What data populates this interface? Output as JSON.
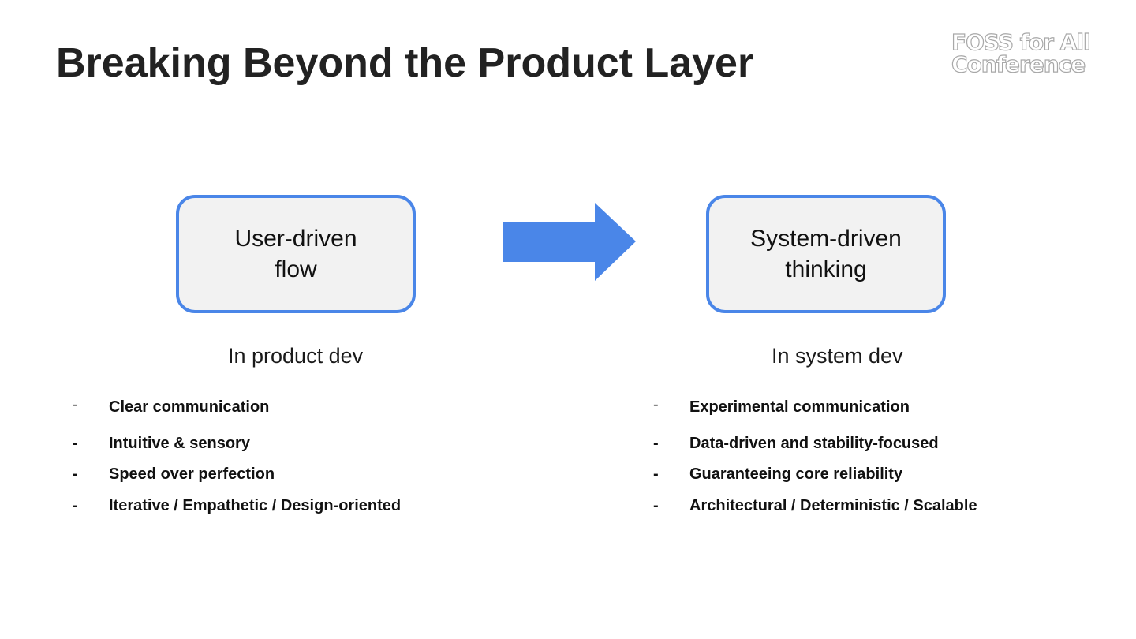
{
  "slide": {
    "title": "Breaking Beyond the Product Layer",
    "logo": {
      "line1": "FOSS for All",
      "line2": "Conference"
    }
  },
  "flow": {
    "left_box": "User-driven\nflow",
    "right_box": "System-driven\nthinking",
    "arrow_color": "#4a86e8",
    "box_border_color": "#4a86e8",
    "box_fill_color": "#f2f2f2"
  },
  "columns": {
    "left": {
      "caption": "In product dev",
      "bullets": [
        "Clear communication",
        "Intuitive & sensory",
        "Speed over perfection",
        "Iterative / Empathetic / Design-oriented"
      ]
    },
    "right": {
      "caption": "In system dev",
      "bullets": [
        "Experimental communication",
        "Data-driven and stability-focused",
        "Guaranteeing core reliability",
        "Architectural / Deterministic / Scalable"
      ]
    }
  }
}
